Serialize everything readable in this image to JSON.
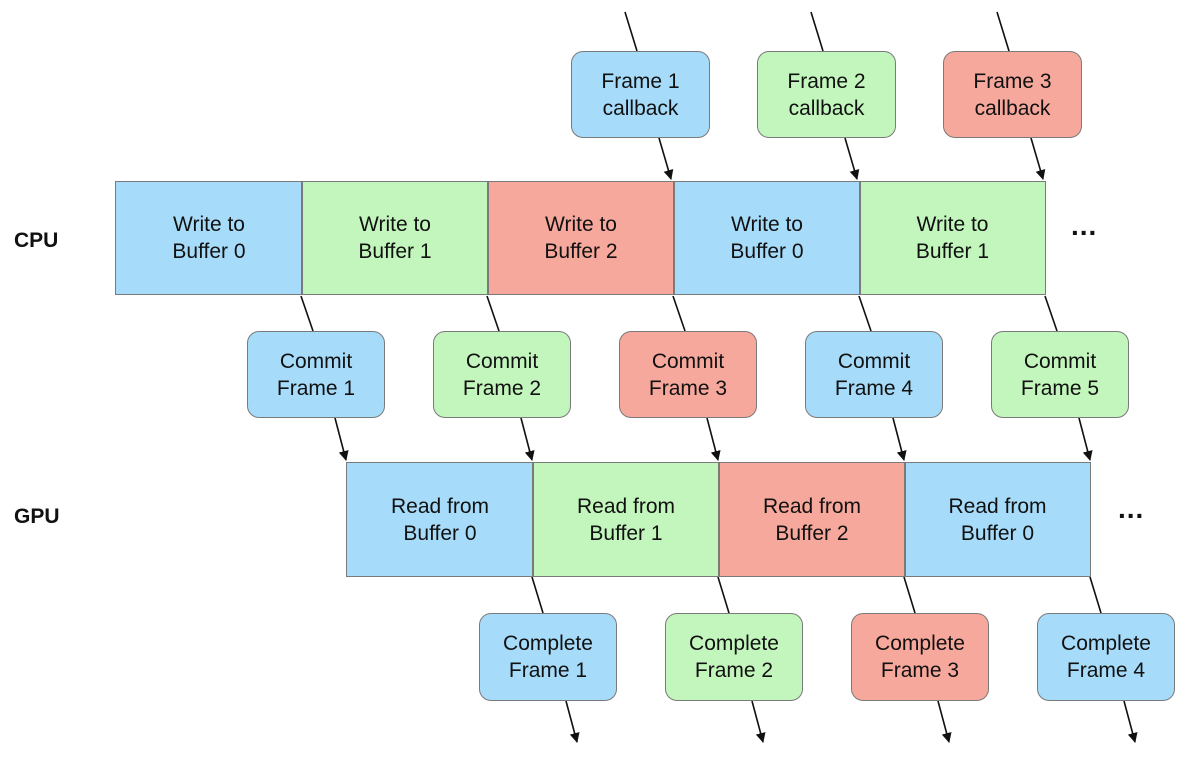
{
  "lanes": {
    "cpu": "CPU",
    "gpu": "GPU"
  },
  "ellipsis": {
    "cpu": "...",
    "gpu": "..."
  },
  "colors": {
    "blue": "#a6dcfa",
    "green": "#c3f6bc",
    "red": "#f7a89c",
    "stroke": "#7a7a7a",
    "arrow": "#111111"
  },
  "callbacks": [
    {
      "line1": "Frame 1",
      "line2": "callback",
      "color": "blue"
    },
    {
      "line1": "Frame 2",
      "line2": "callback",
      "color": "green"
    },
    {
      "line1": "Frame 3",
      "line2": "callback",
      "color": "red"
    }
  ],
  "cpu_segments": [
    {
      "line1": "Write to",
      "line2": "Buffer 0",
      "color": "blue"
    },
    {
      "line1": "Write to",
      "line2": "Buffer 1",
      "color": "green"
    },
    {
      "line1": "Write to",
      "line2": "Buffer 2",
      "color": "red"
    },
    {
      "line1": "Write to",
      "line2": "Buffer 0",
      "color": "blue"
    },
    {
      "line1": "Write to",
      "line2": "Buffer 1",
      "color": "green"
    }
  ],
  "commits": [
    {
      "line1": "Commit",
      "line2": "Frame 1",
      "color": "blue"
    },
    {
      "line1": "Commit",
      "line2": "Frame 2",
      "color": "green"
    },
    {
      "line1": "Commit",
      "line2": "Frame 3",
      "color": "red"
    },
    {
      "line1": "Commit",
      "line2": "Frame 4",
      "color": "blue"
    },
    {
      "line1": "Commit",
      "line2": "Frame 5",
      "color": "green"
    }
  ],
  "gpu_segments": [
    {
      "line1": "Read from",
      "line2": "Buffer 0",
      "color": "blue"
    },
    {
      "line1": "Read from",
      "line2": "Buffer 1",
      "color": "green"
    },
    {
      "line1": "Read from",
      "line2": "Buffer 2",
      "color": "red"
    },
    {
      "line1": "Read from",
      "line2": "Buffer 0",
      "color": "blue"
    }
  ],
  "completes": [
    {
      "line1": "Complete",
      "line2": "Frame 1",
      "color": "blue"
    },
    {
      "line1": "Complete",
      "line2": "Frame 2",
      "color": "green"
    },
    {
      "line1": "Complete",
      "line2": "Frame 3",
      "color": "red"
    },
    {
      "line1": "Complete",
      "line2": "Frame 4",
      "color": "blue"
    }
  ]
}
